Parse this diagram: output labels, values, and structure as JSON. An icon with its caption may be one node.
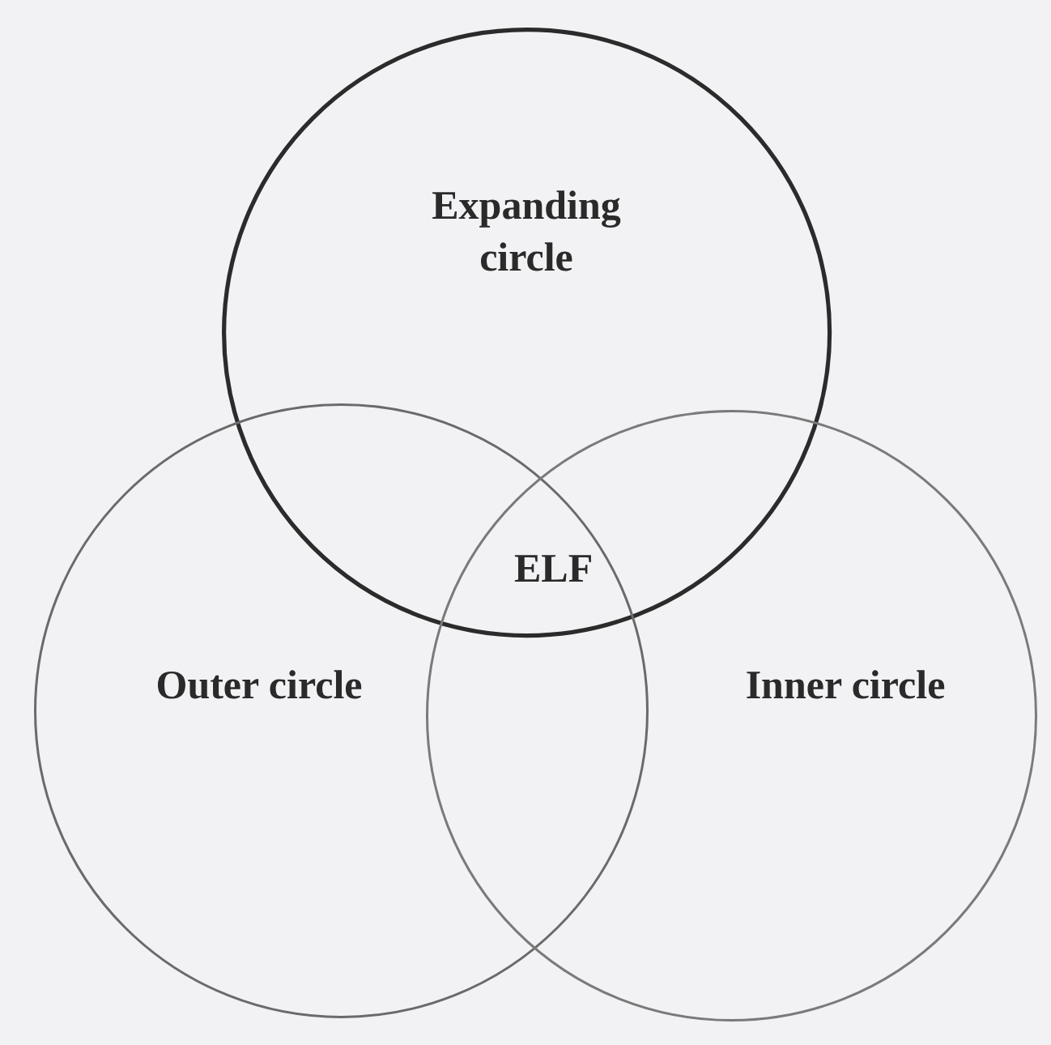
{
  "diagram": {
    "nodes": [
      {
        "text": [
          "Expanding circle"
        ]
      },
      {
        "text": [
          "Outer circle"
        ]
      },
      {
        "text": [
          "Inner circle"
        ]
      }
    ],
    "labels": [
      "ELF"
    ]
  }
}
